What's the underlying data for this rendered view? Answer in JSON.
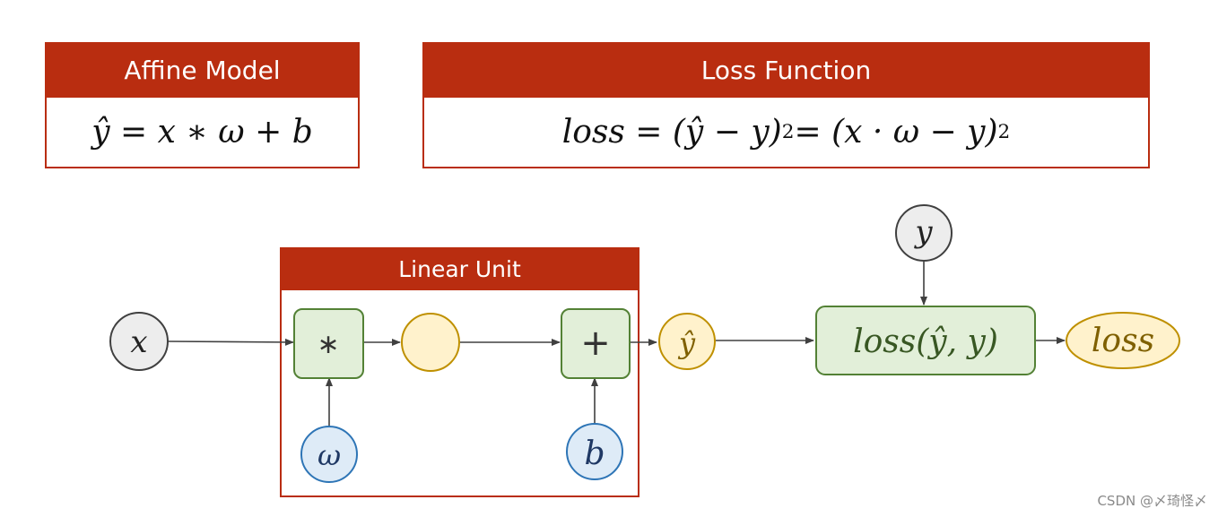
{
  "affine_model": {
    "title": "Affine Model",
    "formula": "ŷ = x ∗ ω + b"
  },
  "loss_function": {
    "title": "Loss Function",
    "formula_left": "loss = (ŷ − y)",
    "formula_mid": "= (x · ω − y)",
    "exponent": "2"
  },
  "linear_unit": {
    "title": "Linear Unit"
  },
  "nodes": {
    "x": "x",
    "multiply": "∗",
    "add": "+",
    "omega": "ω",
    "b": "b",
    "y_hat": "ŷ",
    "y": "y",
    "loss_func": "loss(ŷ, y)",
    "loss": "loss"
  },
  "colors": {
    "header_red": "#b92d10",
    "op_fill": "#e2efd9",
    "op_stroke": "#538135",
    "param_fill": "#deebf7",
    "param_stroke": "#2e75b6",
    "intermediate_fill": "#fff2cc",
    "intermediate_stroke": "#bf9000",
    "input_fill": "#ededed",
    "input_stroke": "#404040"
  },
  "watermark": "CSDN @〆琦怪〆"
}
